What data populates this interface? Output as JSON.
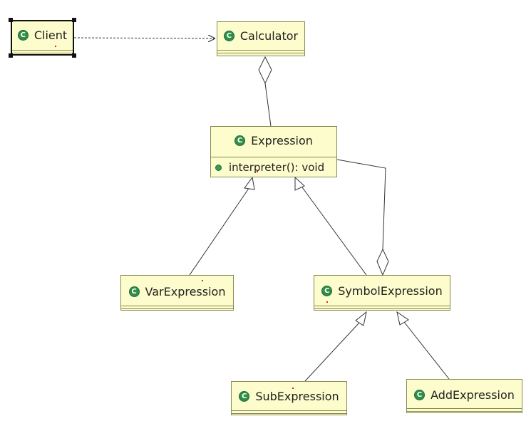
{
  "classes": {
    "client": {
      "name": "Client",
      "icon": "class-icon"
    },
    "calculator": {
      "name": "Calculator",
      "icon": "class-icon"
    },
    "expression": {
      "name": "Expression",
      "icon": "class-icon",
      "method": "interpreter(): void"
    },
    "var_expression": {
      "name": "VarExpression",
      "icon": "class-icon"
    },
    "symbol_expression": {
      "name": "SymbolExpression",
      "icon": "class-icon"
    },
    "sub_expression": {
      "name": "SubExpression",
      "icon": "class-icon"
    },
    "add_expression": {
      "name": "AddExpression",
      "icon": "class-icon"
    }
  },
  "icon_glyph": "C",
  "colors": {
    "class_fill": "#fcfccc",
    "class_border": "#8a8a52",
    "icon": "#2f8f48"
  }
}
